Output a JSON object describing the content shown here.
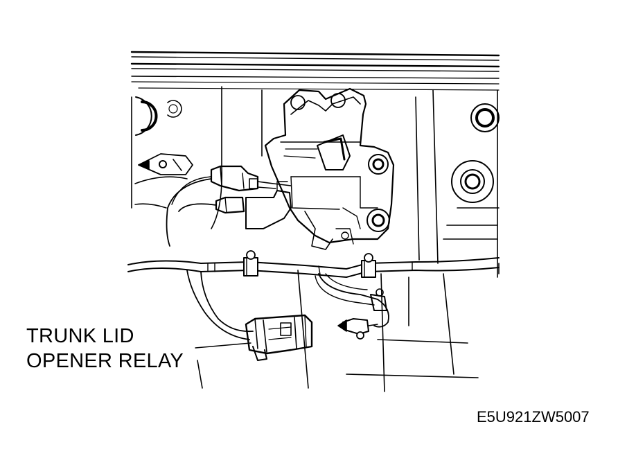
{
  "diagram": {
    "callout": {
      "line1": "TRUNK LID",
      "line2": "OPENER RELAY"
    },
    "figure_code": "E5U921ZW5007"
  },
  "colors": {
    "ink": "#000000",
    "paper": "#ffffff"
  }
}
